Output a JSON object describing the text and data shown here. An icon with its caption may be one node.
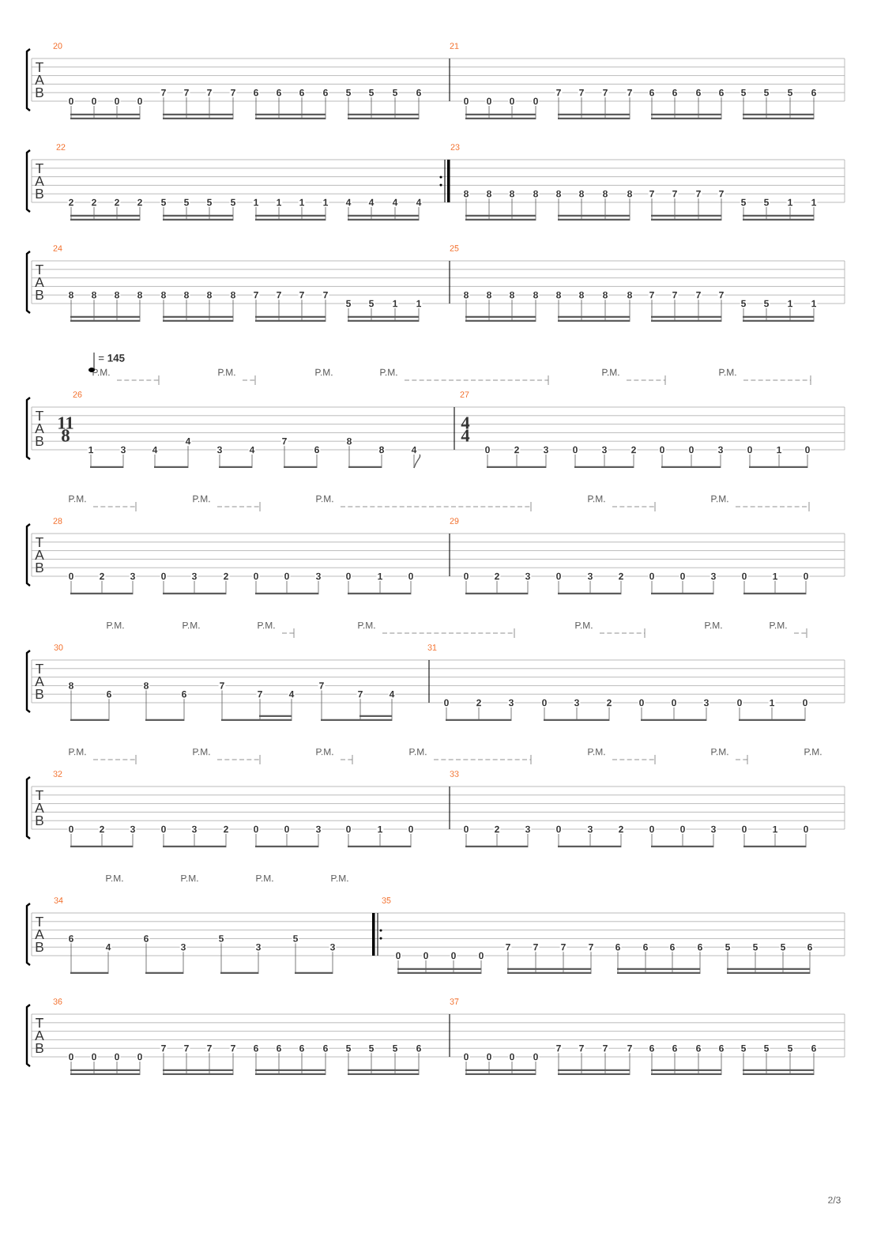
{
  "diagram": {
    "labels": [
      "20",
      "21",
      "T",
      "A",
      "B",
      "0",
      "0",
      "0",
      "0",
      "7",
      "7",
      "7",
      "7",
      "6",
      "6",
      "6",
      "6",
      "5",
      "5",
      "5",
      "6",
      "0",
      "0",
      "0",
      "0",
      "7",
      "7",
      "7",
      "7",
      "6",
      "6",
      "6",
      "6",
      "5",
      "5",
      "5",
      "6",
      "22",
      "23",
      "T",
      "A",
      "B",
      "2",
      "2",
      "2",
      "2",
      "5",
      "5",
      "5",
      "5",
      "1",
      "1",
      "1",
      "1",
      "4",
      "4",
      "4",
      "4",
      "8",
      "8",
      "8",
      "8",
      "8",
      "8",
      "8",
      "8",
      "7",
      "7",
      "7",
      "7",
      "5",
      "5",
      "1",
      "1",
      "24",
      "25",
      "T",
      "A",
      "B",
      "8",
      "8",
      "8",
      "8",
      "8",
      "8",
      "8",
      "8",
      "7",
      "7",
      "7",
      "7",
      "5",
      "5",
      "1",
      "1",
      "8",
      "8",
      "8",
      "8",
      "8",
      "8",
      "8",
      "8",
      "7",
      "7",
      "7",
      "7",
      "5",
      "5",
      "1",
      "1",
      "P.M.",
      "P.M.",
      "P.M.",
      "P.M.",
      "P.M.",
      "P.M.",
      "= **145**",
      "26",
      "27",
      "T",
      "A",
      "B",
      "11",
      "8",
      "1",
      "3",
      "4",
      "4",
      "3",
      "4",
      "7",
      "6",
      "8",
      "8",
      "4",
      "4",
      "4",
      "0",
      "2",
      "3",
      "0",
      "3",
      "2",
      "0",
      "0",
      "3",
      "0",
      "1",
      "0",
      "P.M.",
      "P.M.",
      "P.M.",
      "P.M.",
      "P.M.",
      "28",
      "29",
      "T",
      "A",
      "B",
      "0",
      "2",
      "3",
      "0",
      "3",
      "2",
      "0",
      "0",
      "3",
      "0",
      "1",
      "0",
      "0",
      "2",
      "3",
      "0",
      "3",
      "2",
      "0",
      "0",
      "3",
      "0",
      "1",
      "0",
      "P.M.",
      "P.M.",
      "P.M.",
      "P.M.",
      "P.M.",
      "P.M.",
      "P.M.",
      "30",
      "31",
      "T",
      "A",
      "B",
      "8",
      "6",
      "8",
      "6",
      "7",
      "7",
      "4",
      "7",
      "7",
      "4",
      "0",
      "2",
      "3",
      "0",
      "3",
      "2",
      "0",
      "0",
      "3",
      "0",
      "1",
      "0",
      "P.M.",
      "P.M.",
      "P.M.",
      "P.M.",
      "P.M.",
      "P.M.",
      "P.M.",
      "32",
      "33",
      "T",
      "A",
      "B",
      "0",
      "2",
      "3",
      "0",
      "3",
      "2",
      "0",
      "0",
      "3",
      "0",
      "1",
      "0",
      "0",
      "2",
      "3",
      "0",
      "3",
      "2",
      "0",
      "0",
      "3",
      "0",
      "1",
      "0",
      "P.M.",
      "P.M.",
      "P.M.",
      "P.M.",
      "34",
      "35",
      "T",
      "A",
      "B",
      "6",
      "4",
      "6",
      "3",
      "5",
      "3",
      "5",
      "3",
      "0",
      "0",
      "0",
      "0",
      "7",
      "7",
      "7",
      "7",
      "6",
      "6",
      "6",
      "6",
      "5",
      "5",
      "5",
      "6",
      "36",
      "37",
      "T",
      "A",
      "B",
      "0",
      "0",
      "0",
      "0",
      "7",
      "7",
      "7",
      "7",
      "6",
      "6",
      "6",
      "6",
      "5",
      "5",
      "5",
      "6",
      "0",
      "0",
      "0",
      "0",
      "7",
      "7",
      "7",
      "7",
      "6",
      "6",
      "6",
      "6",
      "5",
      "5",
      "5",
      "6",
      "2/3"
    ]
  }
}
